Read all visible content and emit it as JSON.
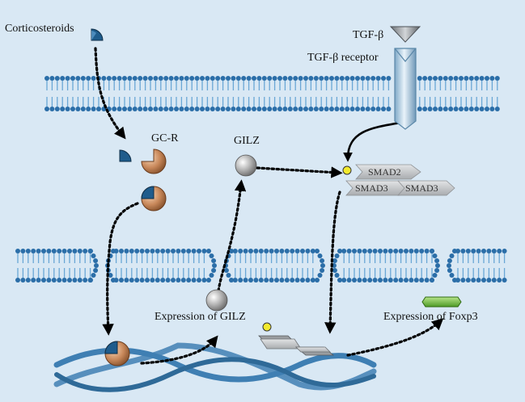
{
  "labels": {
    "corticosteroids": "Corticosteroids",
    "gc_r": "GC-R",
    "gilz": "GILZ",
    "tgf_beta": "TGF-β",
    "tgf_beta_receptor": "TGF-β receptor",
    "smad2": "SMAD2",
    "smad3_left": "SMAD3",
    "smad3_right": "SMAD3",
    "expression_gilz": "Expression of GILZ",
    "expression_foxp3": "Expression of Foxp3"
  },
  "colors": {
    "background": "#d9e8f4",
    "membrane_head": "#2b6ea8",
    "membrane_tail": "#6aa7d6",
    "steroid": "#1f5c8c",
    "receptor": "#c8885a",
    "tgf_ligand": "#8a8f94",
    "tgf_receptor": "#b8d4e8",
    "smad": "#c4c6c8",
    "phosphate": "#f2ea2e",
    "gilz_sphere": "#b8b8b8",
    "foxp3": "#7cc242",
    "dna": "#3f7fb3",
    "arrow": "#000000"
  }
}
